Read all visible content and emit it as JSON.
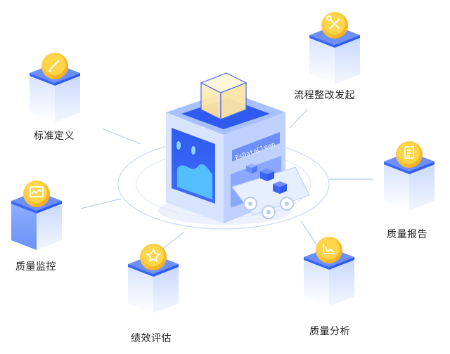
{
  "center": {
    "machine_label": "EsDataClean"
  },
  "nodes": [
    {
      "key": "process",
      "label": "流程整改发起",
      "icon": "tools-icon"
    },
    {
      "key": "standard",
      "label": "标准定义",
      "icon": "pencil-icon"
    },
    {
      "key": "report",
      "label": "质量报告",
      "icon": "document-icon"
    },
    {
      "key": "monitor",
      "label": "质量监控",
      "icon": "monitor-chart-icon"
    },
    {
      "key": "evaluation",
      "label": "绩效评估",
      "icon": "star-icon"
    },
    {
      "key": "analysis",
      "label": "质量分析",
      "icon": "line-chart-icon"
    }
  ],
  "colors": {
    "cube_top": "#3b66f5",
    "cube_side": "#e4ecff",
    "coin": "#f7b918",
    "coin_light": "#ffd54a",
    "ring": "#cdd9f5",
    "machine": "#4f78f7"
  }
}
